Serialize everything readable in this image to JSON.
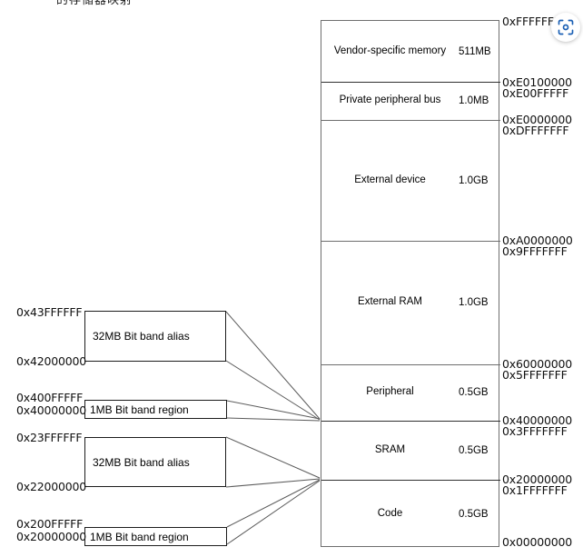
{
  "page": {
    "top_fragment": "的存储器映射"
  },
  "memory_map": {
    "regions": [
      {
        "name": "Vendor-specific memory",
        "size": "511MB"
      },
      {
        "name": "Private peripheral bus",
        "size": "1.0MB"
      },
      {
        "name": "External device",
        "size": "1.0GB"
      },
      {
        "name": "External RAM",
        "size": "1.0GB"
      },
      {
        "name": "Peripheral",
        "size": "0.5GB"
      },
      {
        "name": "SRAM",
        "size": "0.5GB"
      },
      {
        "name": "Code",
        "size": "0.5GB"
      }
    ],
    "boundary_addresses": [
      "0xFFFFFFFF",
      "0xE0100000",
      "0xE00FFFFF",
      "0xE0000000",
      "0xDFFFFFFF",
      "0xA0000000",
      "0x9FFFFFFF",
      "0x60000000",
      "0x5FFFFFFF",
      "0x40000000",
      "0x3FFFFFFF",
      "0x20000000",
      "0x1FFFFFFF",
      "0x00000000"
    ]
  },
  "callouts": {
    "peripheral_alias": {
      "label": "32MB  Bit band alias",
      "top_addr": "0x43FFFFFF",
      "bottom_addr": "0x42000000"
    },
    "peripheral_region": {
      "label": "1MB    Bit band region",
      "top_addr": "0x400FFFFF",
      "bottom_addr": "0x40000000"
    },
    "sram_alias": {
      "label": "32MB  Bit band alias",
      "top_addr": "0x23FFFFFF",
      "bottom_addr": "0x22000000"
    },
    "sram_region": {
      "label": "1MB    Bit band region",
      "top_addr": "0x200FFFFF",
      "bottom_addr": "0x20000000"
    }
  },
  "overlay": {
    "scan_icon_name": "scan-icon",
    "accent_color": "#1a5fb4"
  }
}
